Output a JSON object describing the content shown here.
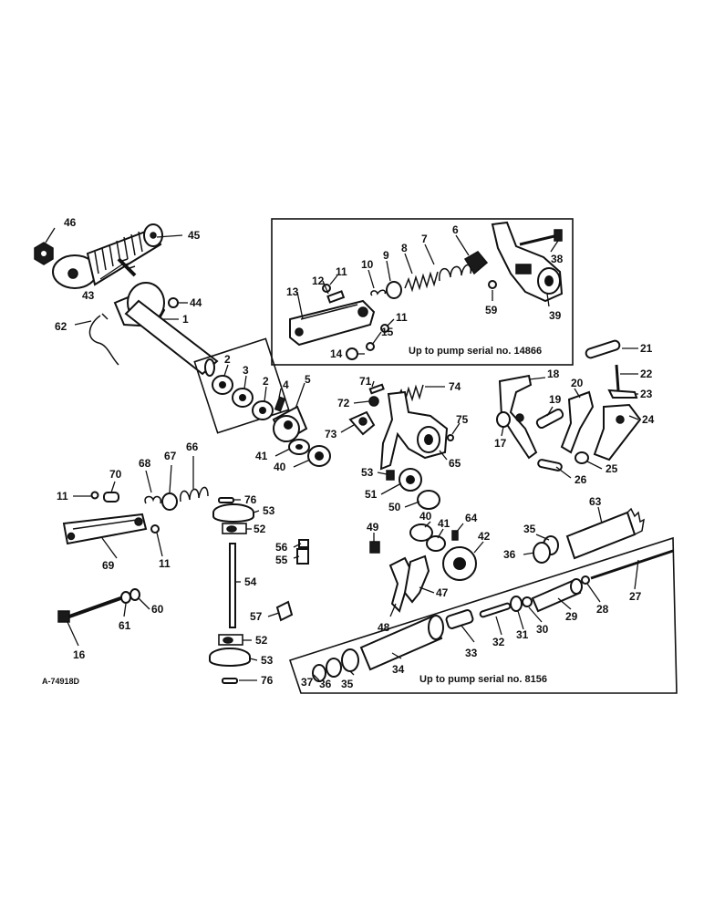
{
  "drawing": {
    "reference": "A-74918D",
    "inset_upper_caption": "Up to pump serial no. 14866",
    "inset_lower_caption": "Up to pump serial no. 8156"
  },
  "callouts": [
    {
      "id": "c46",
      "text": "46"
    },
    {
      "id": "c45",
      "text": "45"
    },
    {
      "id": "c43",
      "text": "43"
    },
    {
      "id": "c44",
      "text": "44"
    },
    {
      "id": "c1",
      "text": "1"
    },
    {
      "id": "c62",
      "text": "62"
    },
    {
      "id": "c2a",
      "text": "2"
    },
    {
      "id": "c3",
      "text": "3"
    },
    {
      "id": "c2b",
      "text": "2"
    },
    {
      "id": "c4",
      "text": "4"
    },
    {
      "id": "c5",
      "text": "5"
    },
    {
      "id": "c41a",
      "text": "41"
    },
    {
      "id": "c40a",
      "text": "40"
    },
    {
      "id": "c13",
      "text": "13"
    },
    {
      "id": "c12",
      "text": "12"
    },
    {
      "id": "c11a",
      "text": "11"
    },
    {
      "id": "c10",
      "text": "10"
    },
    {
      "id": "c9",
      "text": "9"
    },
    {
      "id": "c8",
      "text": "8"
    },
    {
      "id": "c7",
      "text": "7"
    },
    {
      "id": "c6",
      "text": "6"
    },
    {
      "id": "c38",
      "text": "38"
    },
    {
      "id": "c39",
      "text": "39"
    },
    {
      "id": "c59",
      "text": "59"
    },
    {
      "id": "c11b",
      "text": "11"
    },
    {
      "id": "c15",
      "text": "15"
    },
    {
      "id": "c14",
      "text": "14"
    },
    {
      "id": "c21",
      "text": "21"
    },
    {
      "id": "c22",
      "text": "22"
    },
    {
      "id": "c23",
      "text": "23"
    },
    {
      "id": "c18",
      "text": "18"
    },
    {
      "id": "c19",
      "text": "19"
    },
    {
      "id": "c20",
      "text": "20"
    },
    {
      "id": "c24",
      "text": "24"
    },
    {
      "id": "c17",
      "text": "17"
    },
    {
      "id": "c25",
      "text": "25"
    },
    {
      "id": "c26",
      "text": "26"
    },
    {
      "id": "c71",
      "text": "71"
    },
    {
      "id": "c74",
      "text": "74"
    },
    {
      "id": "c72",
      "text": "72"
    },
    {
      "id": "c73",
      "text": "73"
    },
    {
      "id": "c75",
      "text": "75"
    },
    {
      "id": "c65",
      "text": "65"
    },
    {
      "id": "c53a",
      "text": "53"
    },
    {
      "id": "c51",
      "text": "51"
    },
    {
      "id": "c50",
      "text": "50"
    },
    {
      "id": "c11c",
      "text": "11"
    },
    {
      "id": "c70",
      "text": "70"
    },
    {
      "id": "c68",
      "text": "68"
    },
    {
      "id": "c67",
      "text": "67"
    },
    {
      "id": "c66",
      "text": "66"
    },
    {
      "id": "c69",
      "text": "69"
    },
    {
      "id": "c11d",
      "text": "11"
    },
    {
      "id": "c76a",
      "text": "76"
    },
    {
      "id": "c53b",
      "text": "53"
    },
    {
      "id": "c52a",
      "text": "52"
    },
    {
      "id": "c56",
      "text": "56"
    },
    {
      "id": "c55",
      "text": "55"
    },
    {
      "id": "c54",
      "text": "54"
    },
    {
      "id": "c57",
      "text": "57"
    },
    {
      "id": "c52b",
      "text": "52"
    },
    {
      "id": "c53c",
      "text": "53"
    },
    {
      "id": "c76b",
      "text": "76"
    },
    {
      "id": "c16",
      "text": "16"
    },
    {
      "id": "c61",
      "text": "61"
    },
    {
      "id": "c60",
      "text": "60"
    },
    {
      "id": "c49",
      "text": "49"
    },
    {
      "id": "c40b",
      "text": "40"
    },
    {
      "id": "c41b",
      "text": "41"
    },
    {
      "id": "c64",
      "text": "64"
    },
    {
      "id": "c42",
      "text": "42"
    },
    {
      "id": "c48",
      "text": "48"
    },
    {
      "id": "c47",
      "text": "47"
    },
    {
      "id": "c63",
      "text": "63"
    },
    {
      "id": "c35a",
      "text": "35"
    },
    {
      "id": "c36a",
      "text": "36"
    },
    {
      "id": "c27",
      "text": "27"
    },
    {
      "id": "c28",
      "text": "28"
    },
    {
      "id": "c29",
      "text": "29"
    },
    {
      "id": "c30",
      "text": "30"
    },
    {
      "id": "c31",
      "text": "31"
    },
    {
      "id": "c32",
      "text": "32"
    },
    {
      "id": "c33",
      "text": "33"
    },
    {
      "id": "c34",
      "text": "34"
    },
    {
      "id": "c35b",
      "text": "35"
    },
    {
      "id": "c36b",
      "text": "36"
    },
    {
      "id": "c37",
      "text": "37"
    }
  ]
}
